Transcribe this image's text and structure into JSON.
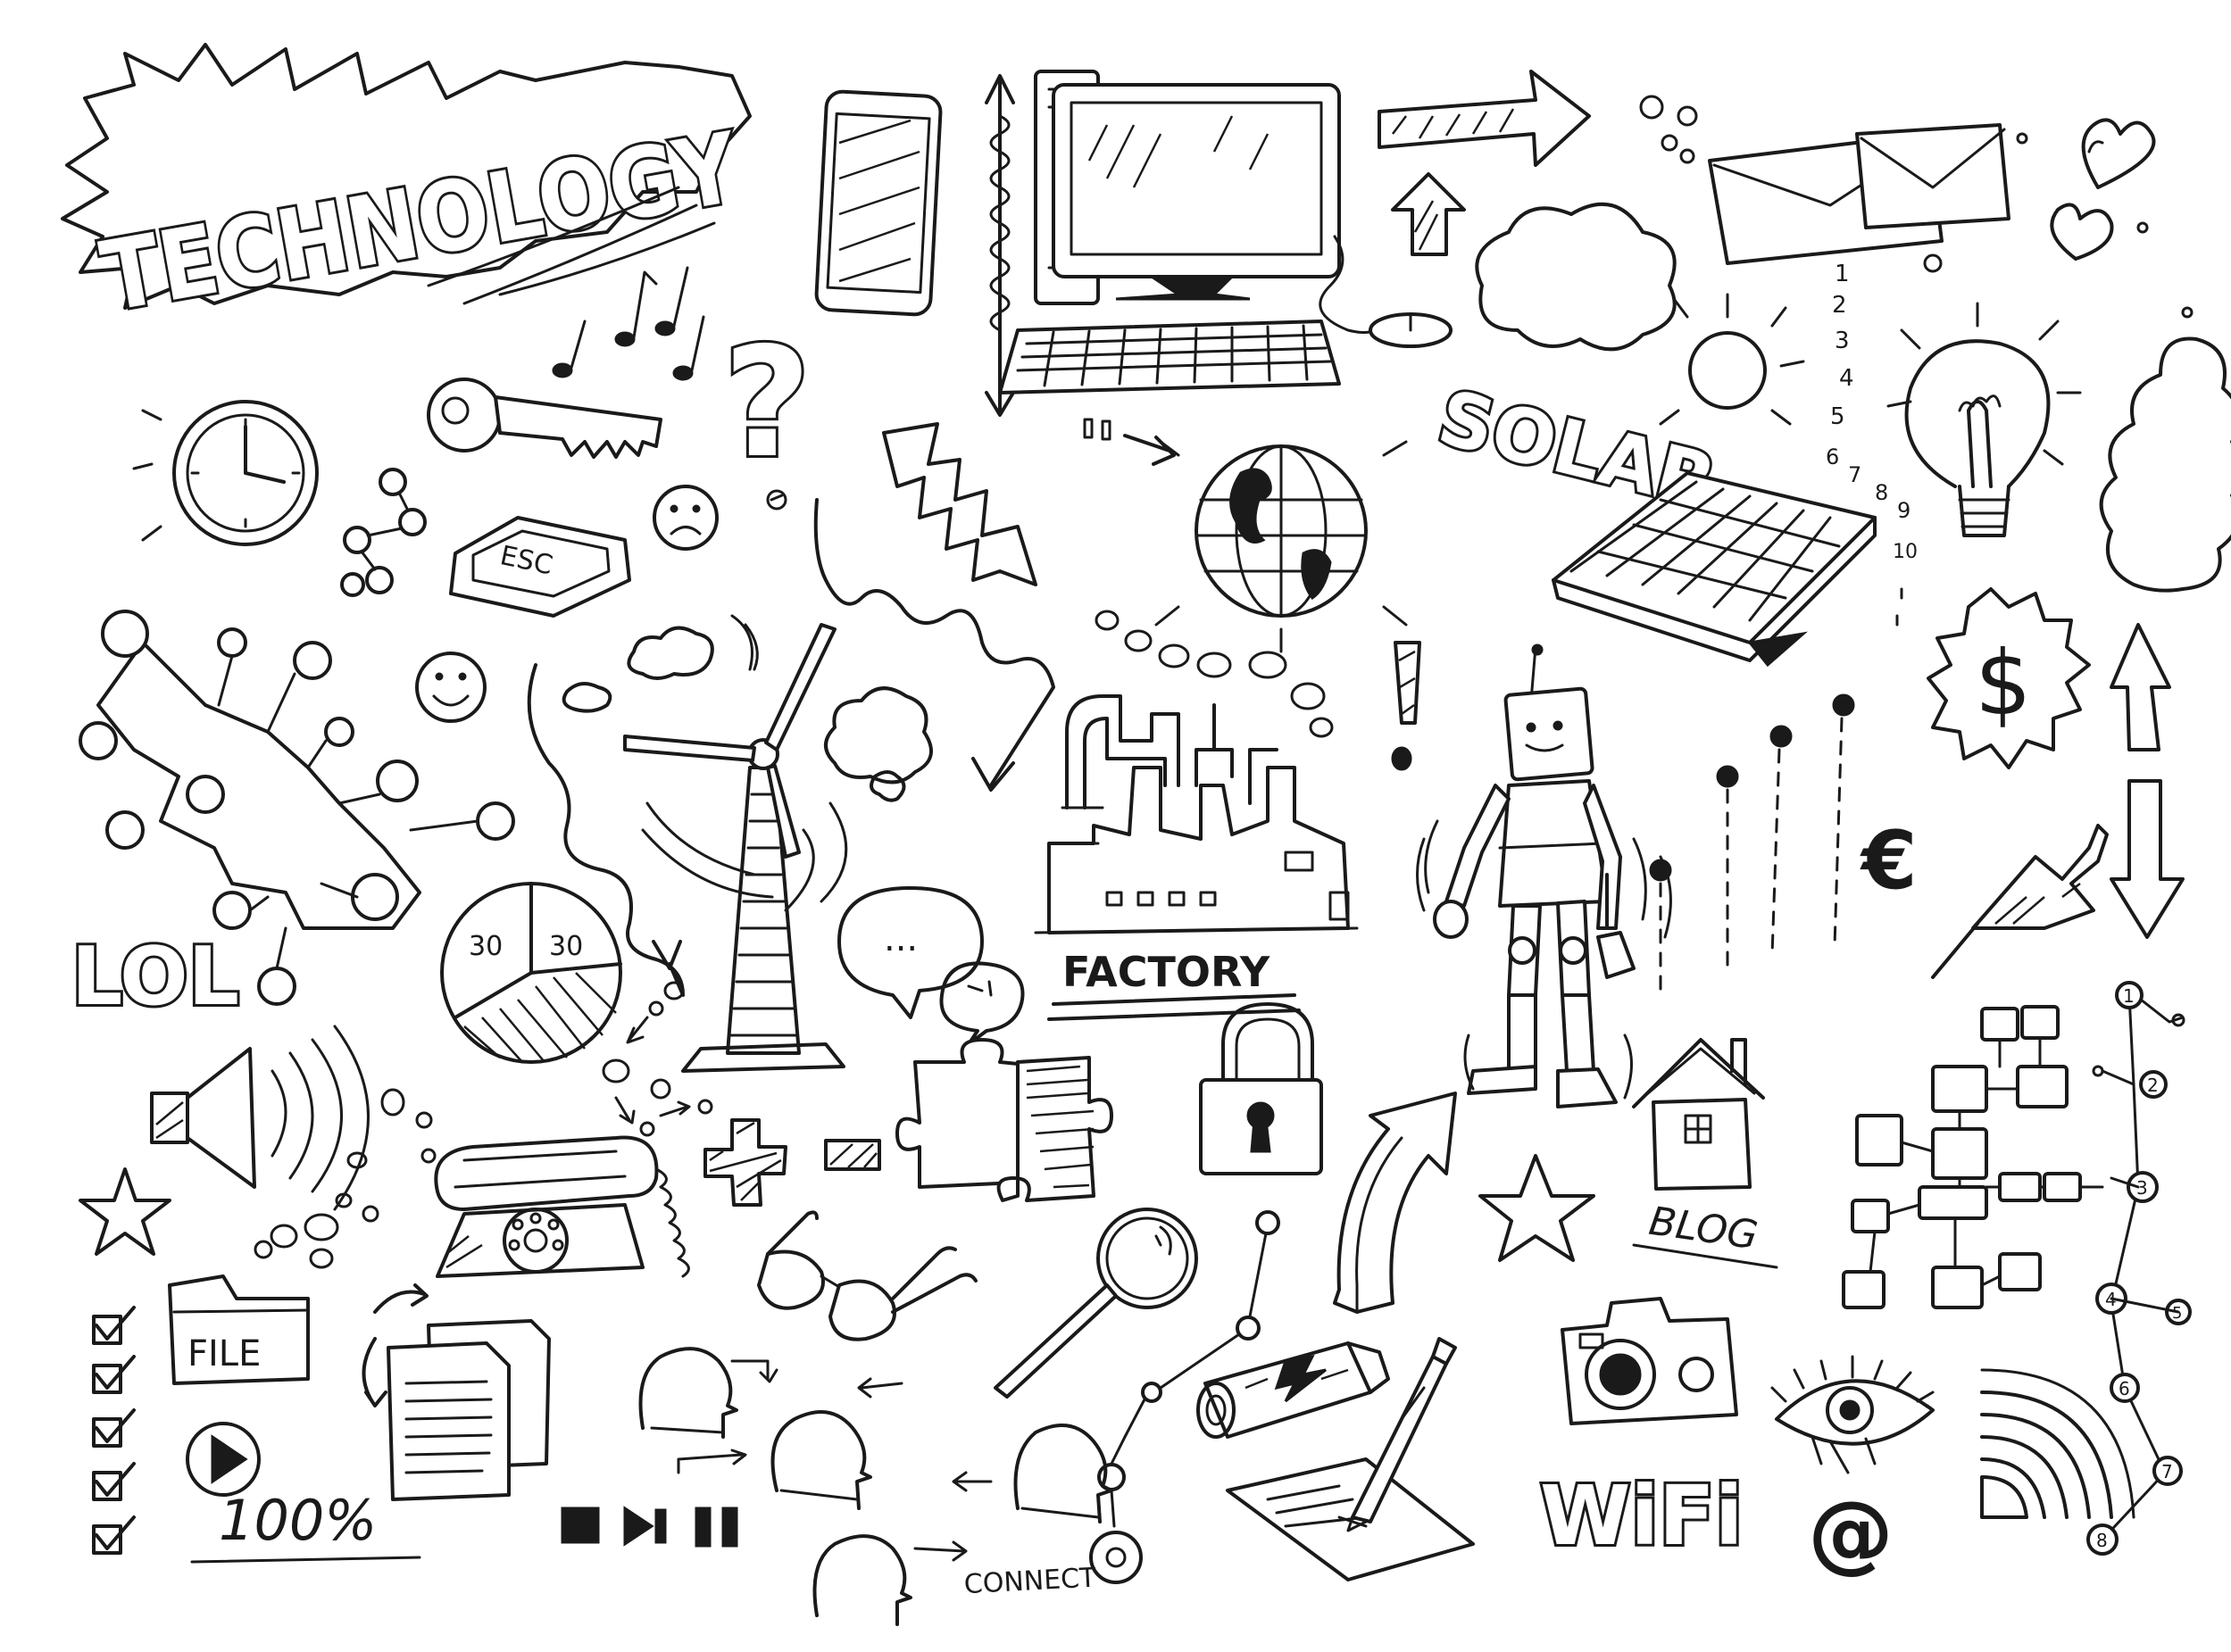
{
  "labels": {
    "technology": "TECHNOLOGY",
    "solar": "SOLAR",
    "factory": "FACTORY",
    "lol": "LOL",
    "esc": "ESC",
    "file": "FILE",
    "percent": "100%",
    "connect": "CONNECT",
    "blog": "BLOG",
    "wifi": "WiFi",
    "at": "@",
    "dollar": "$",
    "euro": "€",
    "pie_a": "30",
    "pie_b": "30",
    "dots": "...",
    "question": "?",
    "exclaim": "!"
  },
  "counting": [
    "1",
    "2",
    "3",
    "4",
    "5",
    "6",
    "7",
    "8",
    "9",
    "10"
  ],
  "chain_numbers": [
    "1",
    "2",
    "3",
    "4",
    "5",
    "6",
    "7",
    "8"
  ],
  "ink_color": "#1a1a1a",
  "background": "#ffffff"
}
